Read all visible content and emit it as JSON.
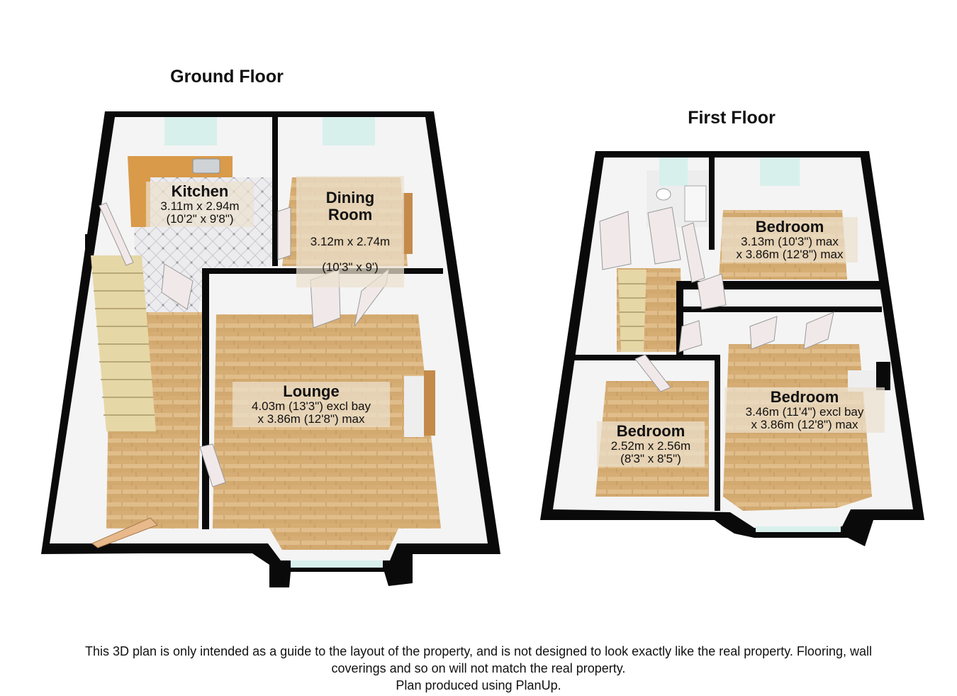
{
  "floors": [
    {
      "title": "Ground Floor",
      "rooms": [
        {
          "name": "Kitchen",
          "line1": "3.11m x 2.94m",
          "line2": "(10'2\" x 9'8\")"
        },
        {
          "name": "Dining\nRoom",
          "line1": "3.12m x 2.74m",
          "line2": "(10'3\" x 9')"
        },
        {
          "name": "Lounge",
          "line1": "4.03m (13'3\") excl bay",
          "line2": "x 3.86m (12'8\") max"
        }
      ]
    },
    {
      "title": "First Floor",
      "rooms": [
        {
          "name": "Bedroom",
          "line1": "3.13m (10'3\") max",
          "line2": "x 3.86m (12'8\") max"
        },
        {
          "name": "Bedroom",
          "line1": "3.46m (11'4\") excl bay",
          "line2": "x 3.86m (12'8\") max"
        },
        {
          "name": "Bedroom",
          "line1": "2.52m x 2.56m",
          "line2": "(8'3\" x 8'5\")"
        }
      ]
    }
  ],
  "disclaimer": {
    "line1": "This 3D plan is only intended as a guide to the layout of the property, and is not designed to look exactly like the real property. Flooring, wall",
    "line2": "coverings and so on will not match the real property.",
    "line3": "Plan produced using PlanUp."
  },
  "colors": {
    "wall": "#0a0a0a",
    "wall_inner": "#f2f2f2",
    "wood_floor": "#d9b27c",
    "tile_floor": "#e8e8ea",
    "worktop": "#d99a4a",
    "stairs": "#e6d7a6",
    "window": "#d8f0ec"
  }
}
